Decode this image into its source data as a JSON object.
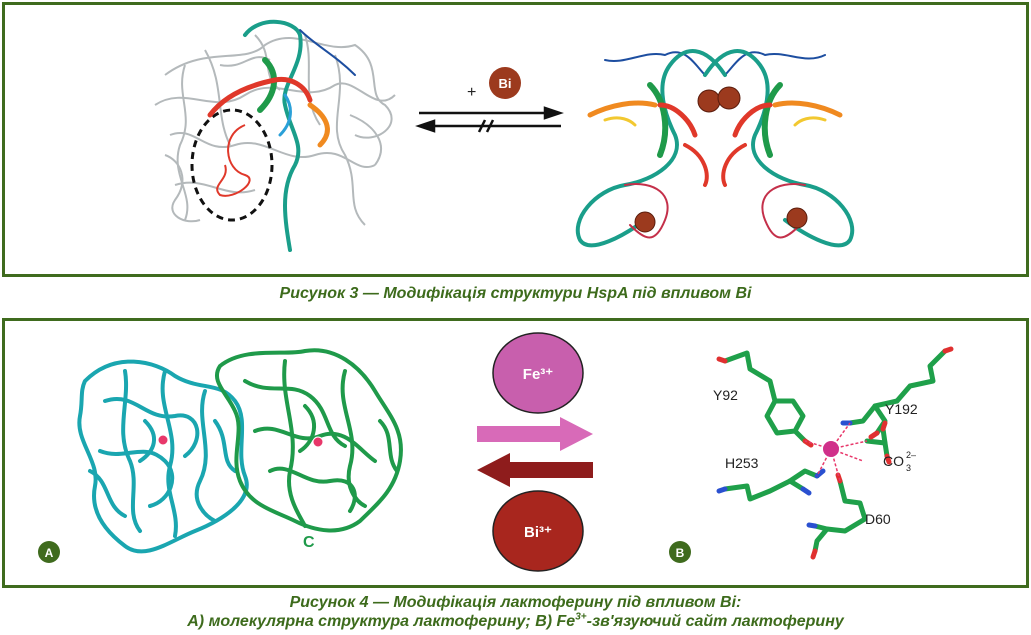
{
  "figure3": {
    "reagent_sign": "+",
    "reagent_label": "Bi",
    "caption": "Рисунок 3 — Модифікація структури HspA під впливом Bi"
  },
  "figure4": {
    "fe_label": "Fe³⁺",
    "bi_label": "Bi³⁺",
    "chain_label": "C",
    "badge_a": "A",
    "badge_b": "B",
    "residues": {
      "y92": "Y92",
      "y192": "Y192",
      "h253": "H253",
      "d60": "D60",
      "co3_base": "CO",
      "co3_sub": "3",
      "co3_sup": "2–"
    },
    "caption_line1": "Рисунок 4 — Модифікація лактоферину під впливом Bi:",
    "caption_line2_pre": "А) молекулярна структура лактоферину; В) Fe",
    "caption_line2_sup": "3+",
    "caption_line2_post": "-зв'язуючий сайт лактоферину"
  },
  "colors": {
    "frame": "#3f6b1e",
    "caption": "#3d6b1c",
    "protein_teal": "#1a9e8a",
    "protein_cyan": "#1aa6b0",
    "protein_green": "#1f9a4a",
    "helix_red": "#e0382a",
    "bismuth_sphere": "#9c3a1e",
    "fe_circle": "#c85fad",
    "bi_circle": "#a8261e",
    "pink_arrow": "#d86ab8",
    "darkred_arrow": "#8e1c1c"
  }
}
